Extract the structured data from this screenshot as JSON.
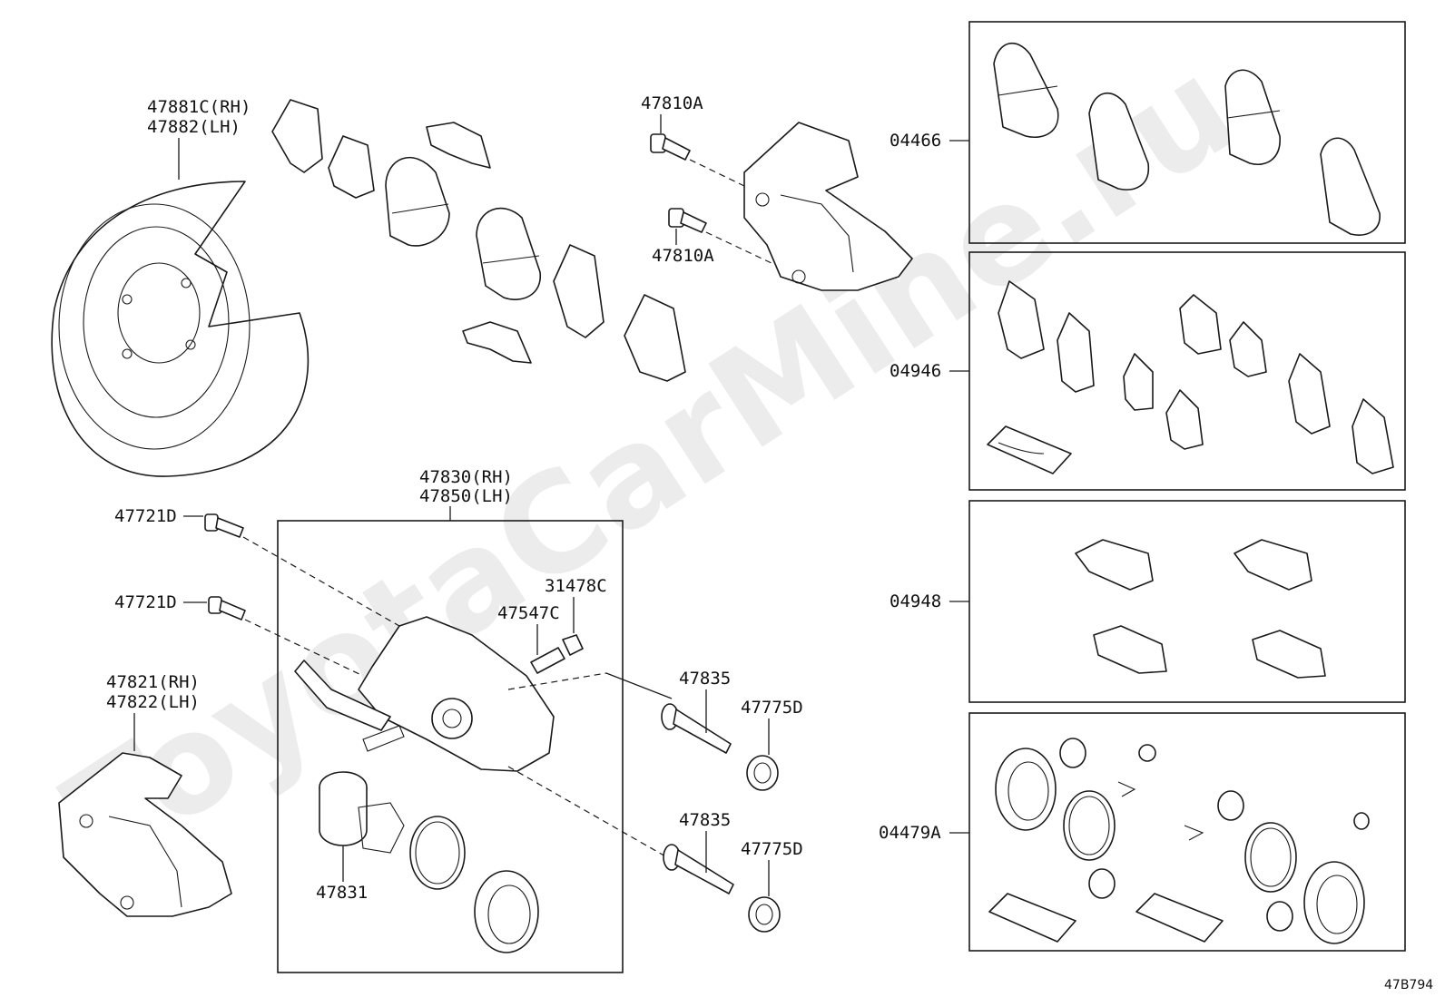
{
  "watermark": "ToyotaCarMine.ru",
  "diagram_id": "47B794",
  "labels": {
    "dust_cover": [
      "47881C(RH)",
      "47882(LH)"
    ],
    "bolt_top_1": "47810A",
    "bolt_top_2": "47810A",
    "caliper_assy": [
      "47830(RH)",
      "47850(LH)"
    ],
    "bolt_left_1": "47721D",
    "bolt_left_2": "47721D",
    "cap": "31478C",
    "bleeder": "47547C",
    "mounting": [
      "47821(RH)",
      "47822(LH)"
    ],
    "pin_1": "47835",
    "pin_2": "47835",
    "boot_1": "47775D",
    "boot_2": "47775D",
    "piston": "47831",
    "kit_pads": "04466",
    "kit_shims": "04946",
    "kit_clips": "04948",
    "kit_seals": "04479A"
  }
}
